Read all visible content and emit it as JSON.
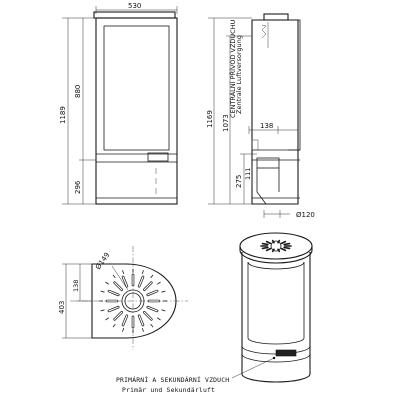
{
  "dimensions": {
    "width_top": "530",
    "height_total_left": "1189",
    "height_body_left": "880",
    "height_base_left": "296",
    "height_total_side": "1169",
    "height_outlet_side": "1073",
    "offset_side": "138",
    "height_inlet_side": "275",
    "height_small_side": "111",
    "diameter_inlet": "Ø120",
    "plan_diameter": "Ø149",
    "plan_offset": "138",
    "plan_depth": "403"
  },
  "labels": {
    "central_air_cz": "CENTRÁLNÍ PŘÍVOD VZDUCHU",
    "central_air_de": "Zentrale Luftversorgung",
    "primary_air_cz": "PRIMÁRNÍ A SEKUNDÁRNÍ VZDUCH",
    "primary_air_de": "Primär und Sekundärluft"
  }
}
